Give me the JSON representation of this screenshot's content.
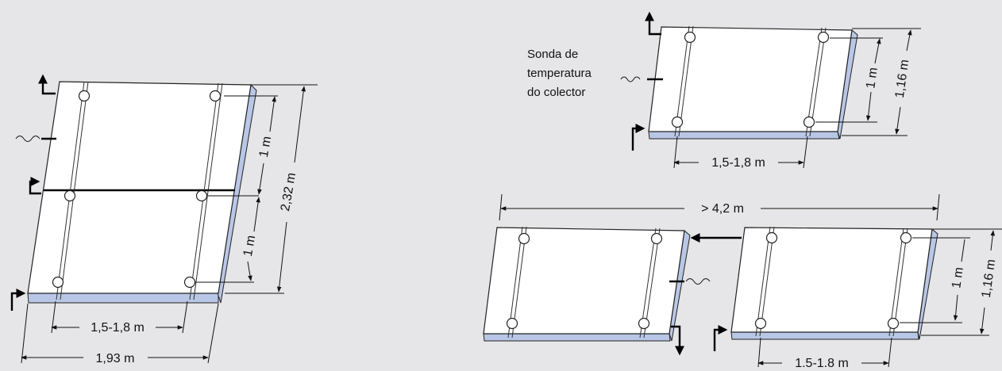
{
  "background_color": "#e6e6e8",
  "panel_side_color": "#b9c7e6",
  "labels": {
    "left_width_inner": "1,5-1,8 m",
    "left_width_outer": "1,93 m",
    "left_height_total": "2,32 m",
    "left_height_upper": "1 m",
    "left_height_lower": "1 m",
    "top_right_probe_line1": "Sonda de",
    "top_right_probe_line2": "temperatura",
    "top_right_probe_line3": "do colector",
    "top_right_height_inner": "1 m",
    "top_right_height_outer": "1,16 m",
    "top_right_width": "1,5-1,8 m",
    "bottom_total_length": "> 4,2 m",
    "bottom_height_inner": "1 m",
    "bottom_height_outer": "1,16 m",
    "bottom_width": "1,5-1,8 m"
  }
}
